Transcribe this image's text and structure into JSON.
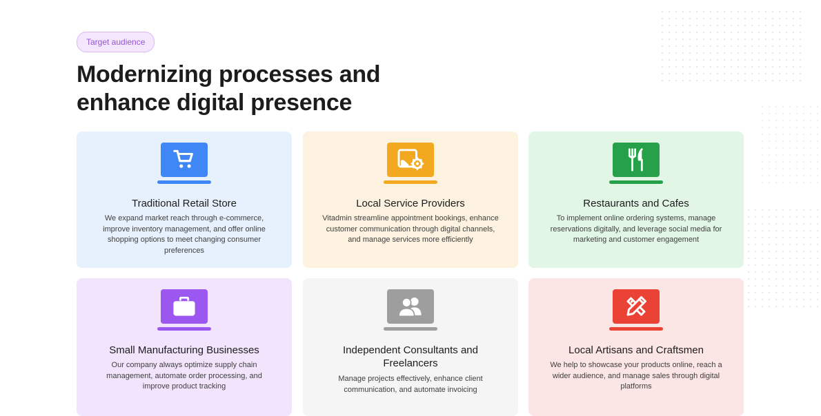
{
  "badge": "Target audience",
  "headline": [
    "Modernizing processes and",
    "enhance digital presence"
  ],
  "cards": [
    {
      "title": "Traditional Retail Store",
      "description": "We expand market reach through e-commerce, improve inventory management, and offer online shopping options to meet changing consumer preferences",
      "icon": "shopping-cart-icon",
      "accent": "#3f87f5",
      "background": "#e7f1fd"
    },
    {
      "title": "Local Service Providers",
      "description": "Vitadmin streamline appointment bookings, enhance customer communication through digital channels, and manage services more efficiently",
      "icon": "service-settings-icon",
      "accent": "#f2a91f",
      "background": "#fcf2df"
    },
    {
      "title": "Restaurants and Cafes",
      "description": "To implement online ordering systems, manage reservations digitally, and leverage social media for marketing and customer engagement",
      "icon": "fork-knife-icon",
      "accent": "#27a04a",
      "background": "#e2f6e6"
    },
    {
      "title": "Small Manufacturing Businesses",
      "description": "Our company always optimize supply chain management, automate order processing, and improve product tracking",
      "icon": "briefcase-icon",
      "accent": "#9b57f0",
      "background": "#f1e4fc"
    },
    {
      "title": "Independent Consultants and Freelancers",
      "description": "Manage projects effectively, enhance client communication, and automate invoicing",
      "icon": "people-icon",
      "accent": "#9e9e9e",
      "background": "#f5f5f6"
    },
    {
      "title": "Local Artisans and Craftsmen",
      "description": "We help to showcase your products online, reach a wider audience, and manage sales through digital platforms",
      "icon": "pencil-ruler-icon",
      "accent": "#ea4335",
      "background": "#fbe5e5"
    }
  ]
}
